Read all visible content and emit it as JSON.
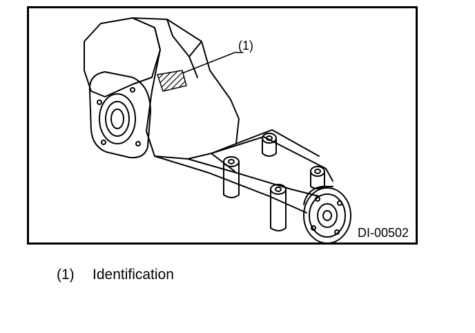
{
  "figure": {
    "callout_label": "(1)",
    "figure_id": "DI-00502"
  },
  "legend": [
    {
      "number": "(1)",
      "text": "Identification"
    }
  ]
}
